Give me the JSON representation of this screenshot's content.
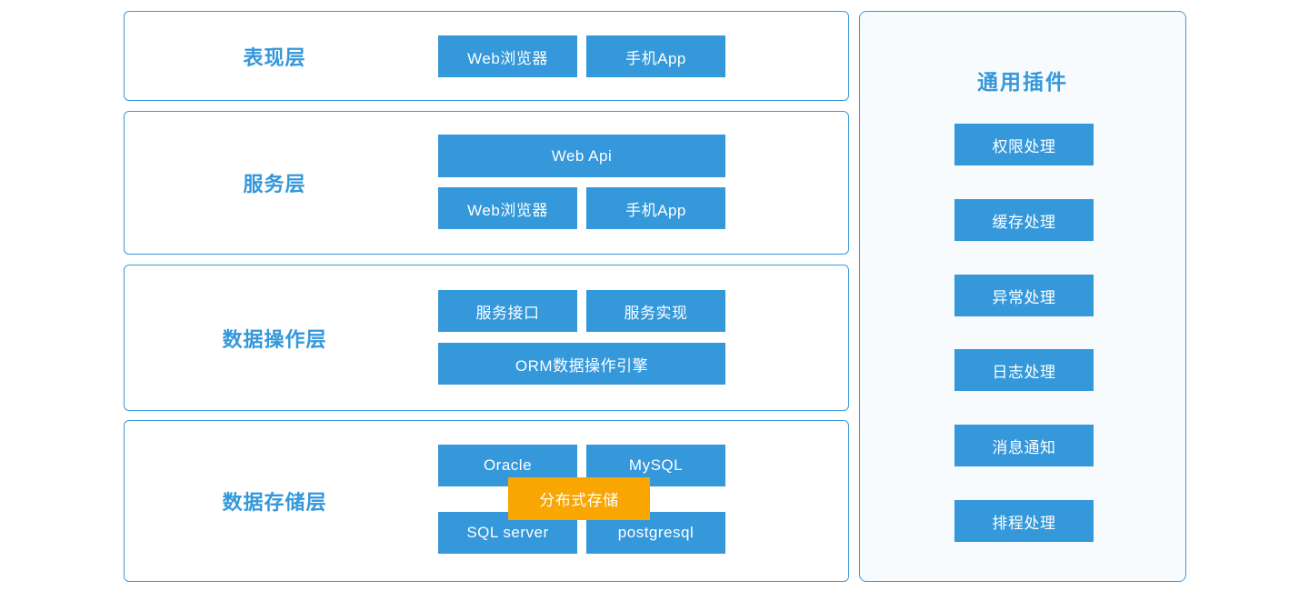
{
  "layers": [
    {
      "label": "表现层",
      "buttons": [
        {
          "label": "Web浏览器"
        },
        {
          "label": "手机App"
        }
      ]
    },
    {
      "label": "服务层",
      "buttons": [
        {
          "label": "Web Api"
        },
        {
          "label": "Web浏览器"
        },
        {
          "label": "手机App"
        }
      ]
    },
    {
      "label": "数据操作层",
      "buttons": [
        {
          "label": "服务接口"
        },
        {
          "label": "服务实现"
        },
        {
          "label": "ORM数据操作引擎"
        }
      ]
    },
    {
      "label": "数据存储层",
      "buttons": [
        {
          "label": "Oracle"
        },
        {
          "label": "MySQL"
        },
        {
          "label": "SQL server"
        },
        {
          "label": "postgresql"
        }
      ],
      "overlay": {
        "label": "分布式存储"
      }
    }
  ],
  "sidebar": {
    "title": "通用插件",
    "items": [
      {
        "label": "权限处理"
      },
      {
        "label": "缓存处理"
      },
      {
        "label": "异常处理"
      },
      {
        "label": "日志处理"
      },
      {
        "label": "消息通知"
      },
      {
        "label": "排程处理"
      }
    ]
  },
  "colors": {
    "node_blue": "#3498db",
    "accent_text": "#3498db",
    "panel_border": "#3a99dc",
    "overlay_orange": "#f9a602",
    "sidebar_bg": "#f8fbfe"
  }
}
